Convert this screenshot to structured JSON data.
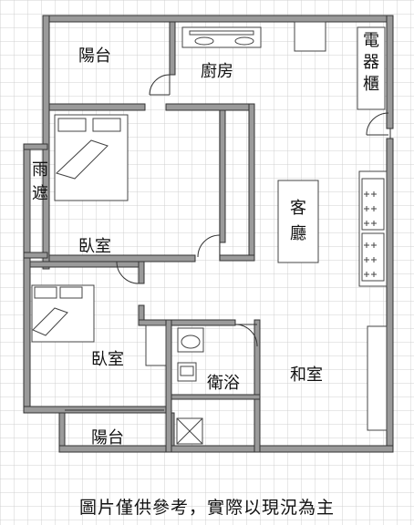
{
  "labels": {
    "balcony_top": "陽台",
    "kitchen": "廚房",
    "cabinet": "電器櫃",
    "rain_shelter": "雨遮",
    "bedroom_top": "臥室",
    "living": "客廳",
    "bedroom_bottom": "臥室",
    "bathroom": "衛浴",
    "japanese_room": "和室",
    "balcony_bottom": "陽台"
  },
  "caption": "圖片僅供參考，實際以現況為主",
  "colors": {
    "grid": "#d0d0d0",
    "wall_fill": "#9a9a9a",
    "wall_edge": "#333333",
    "furniture": "#444444"
  }
}
